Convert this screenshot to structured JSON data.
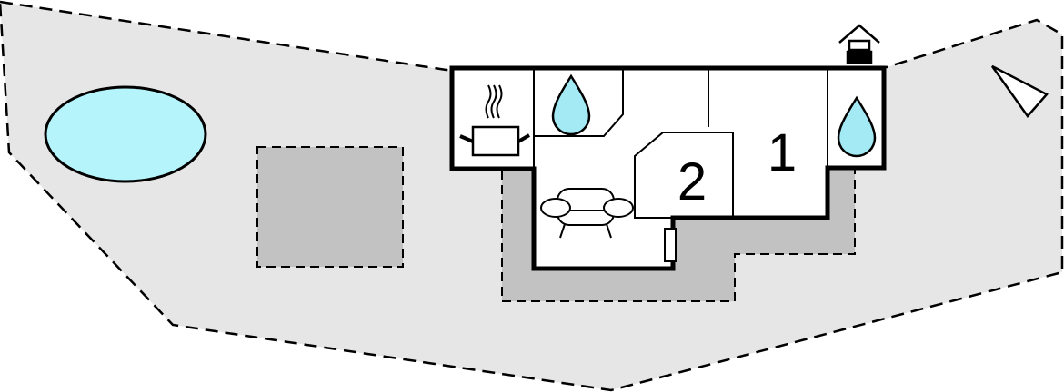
{
  "floorplan": {
    "rooms": [
      {
        "id": "bedroom-1",
        "number": "1"
      },
      {
        "id": "bedroom-2",
        "number": "2"
      }
    ],
    "icons": {
      "kitchen": "cooking-pot-icon",
      "bathroom_1": "water-drop-icon",
      "bathroom_2": "water-drop-icon",
      "living_room": "armchair-icon",
      "fireplace": "chimney-icon",
      "radiator": "radiator-icon",
      "north_arrow": "compass-arrow-icon"
    },
    "colors": {
      "property": "#e6e6e6",
      "terrace": "#c2c2c2",
      "pool": "#b5f4fb",
      "water_drop": "#a4eaf5",
      "walls": "#000000"
    }
  }
}
